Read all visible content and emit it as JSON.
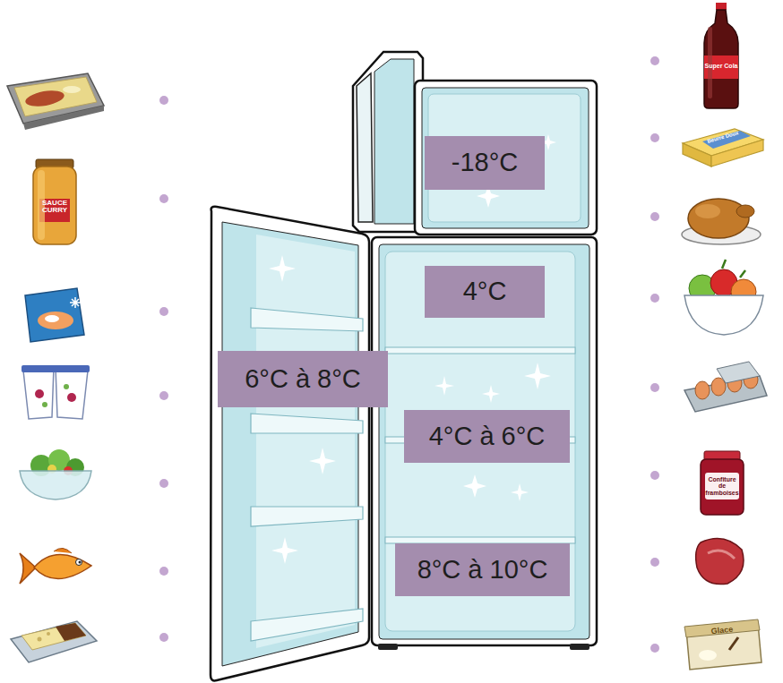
{
  "diagram": {
    "nodes": [
      {
        "text": [
          "-18°C"
        ]
      },
      {
        "text": [
          "4°C"
        ]
      },
      {
        "text": [
          "6°C à 8°C"
        ]
      },
      {
        "text": [
          "4°C à 6°C"
        ]
      },
      {
        "text": [
          "8°C à 10°C"
        ]
      }
    ],
    "labels": [
      "SAUCE CURRY",
      "Super Cola",
      "Beurre Doux",
      "Confiture de framboises",
      "Glace"
    ]
  }
}
